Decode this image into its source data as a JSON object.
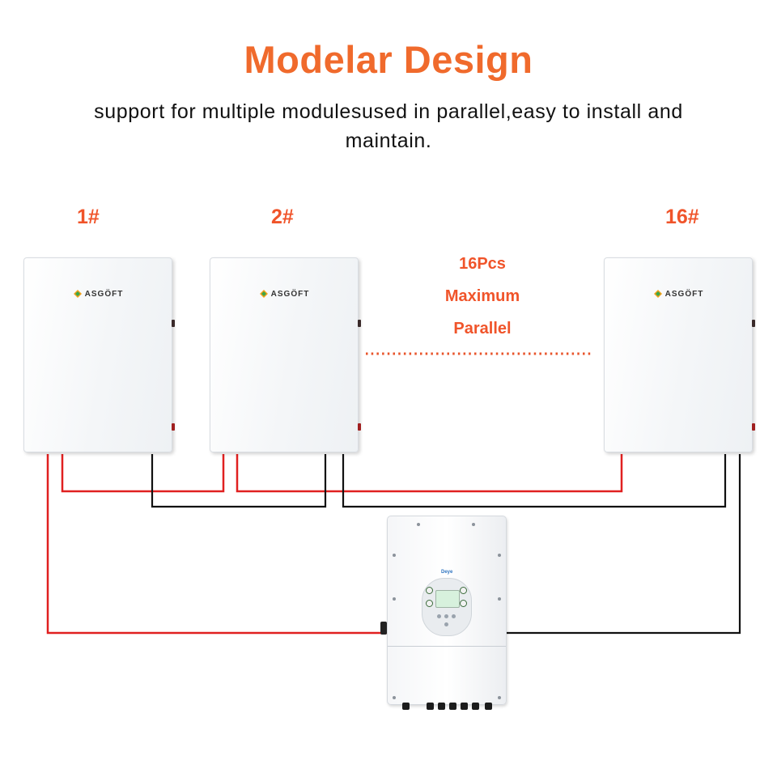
{
  "title": "Modelar Design",
  "subtitle": "support for multiple modulesused in parallel,easy to install and maintain.",
  "units": [
    {
      "label": "1#",
      "brand": "ASGÖFT"
    },
    {
      "label": "2#",
      "brand": "ASGÖFT"
    },
    {
      "label": "16#",
      "brand": "ASGÖFT"
    }
  ],
  "parallel_note": {
    "line1": "16Pcs",
    "line2": "Maximum",
    "line3": "Parallel"
  },
  "inverter": {
    "brand": "Deye"
  },
  "colors": {
    "accent": "#f06a2c",
    "positive_wire": "#e02020",
    "negative_wire": "#111111",
    "dots": "#e8532a"
  }
}
